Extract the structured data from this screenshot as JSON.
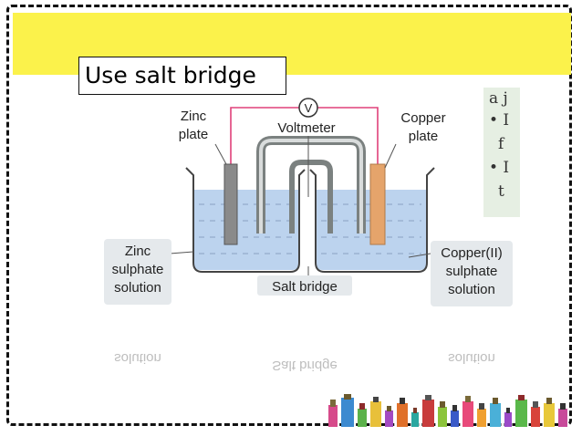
{
  "title": "Use salt bridge",
  "diagram": {
    "voltmeter_symbol": "V",
    "voltmeter_label": "Voltmeter",
    "zinc_plate_line1": "Zinc",
    "zinc_plate_line2": "plate",
    "copper_plate_line1": "Copper",
    "copper_plate_line2": "plate",
    "zinc_solution_line1": "Zinc",
    "zinc_solution_line2": "sulphate",
    "zinc_solution_line3": "solution",
    "copper_solution_line1": "Copper(II)",
    "copper_solution_line2": "sulphate",
    "copper_solution_line3": "solution",
    "salt_bridge_label": "Salt bridge"
  },
  "side_panel": {
    "line1": "a j",
    "line2": "• I",
    "line3": "f",
    "line4": "• I",
    "line5": "t"
  },
  "reflection": {
    "left": "solution",
    "middle": "Salt bridge",
    "right": "solution"
  },
  "colors": {
    "band": "#fbf24b",
    "solution": "#bcd3ee",
    "wire": "#e0407a",
    "zinc": "#8a8a8a",
    "copper": "#e5a46b",
    "bridge": "#7b8180"
  }
}
